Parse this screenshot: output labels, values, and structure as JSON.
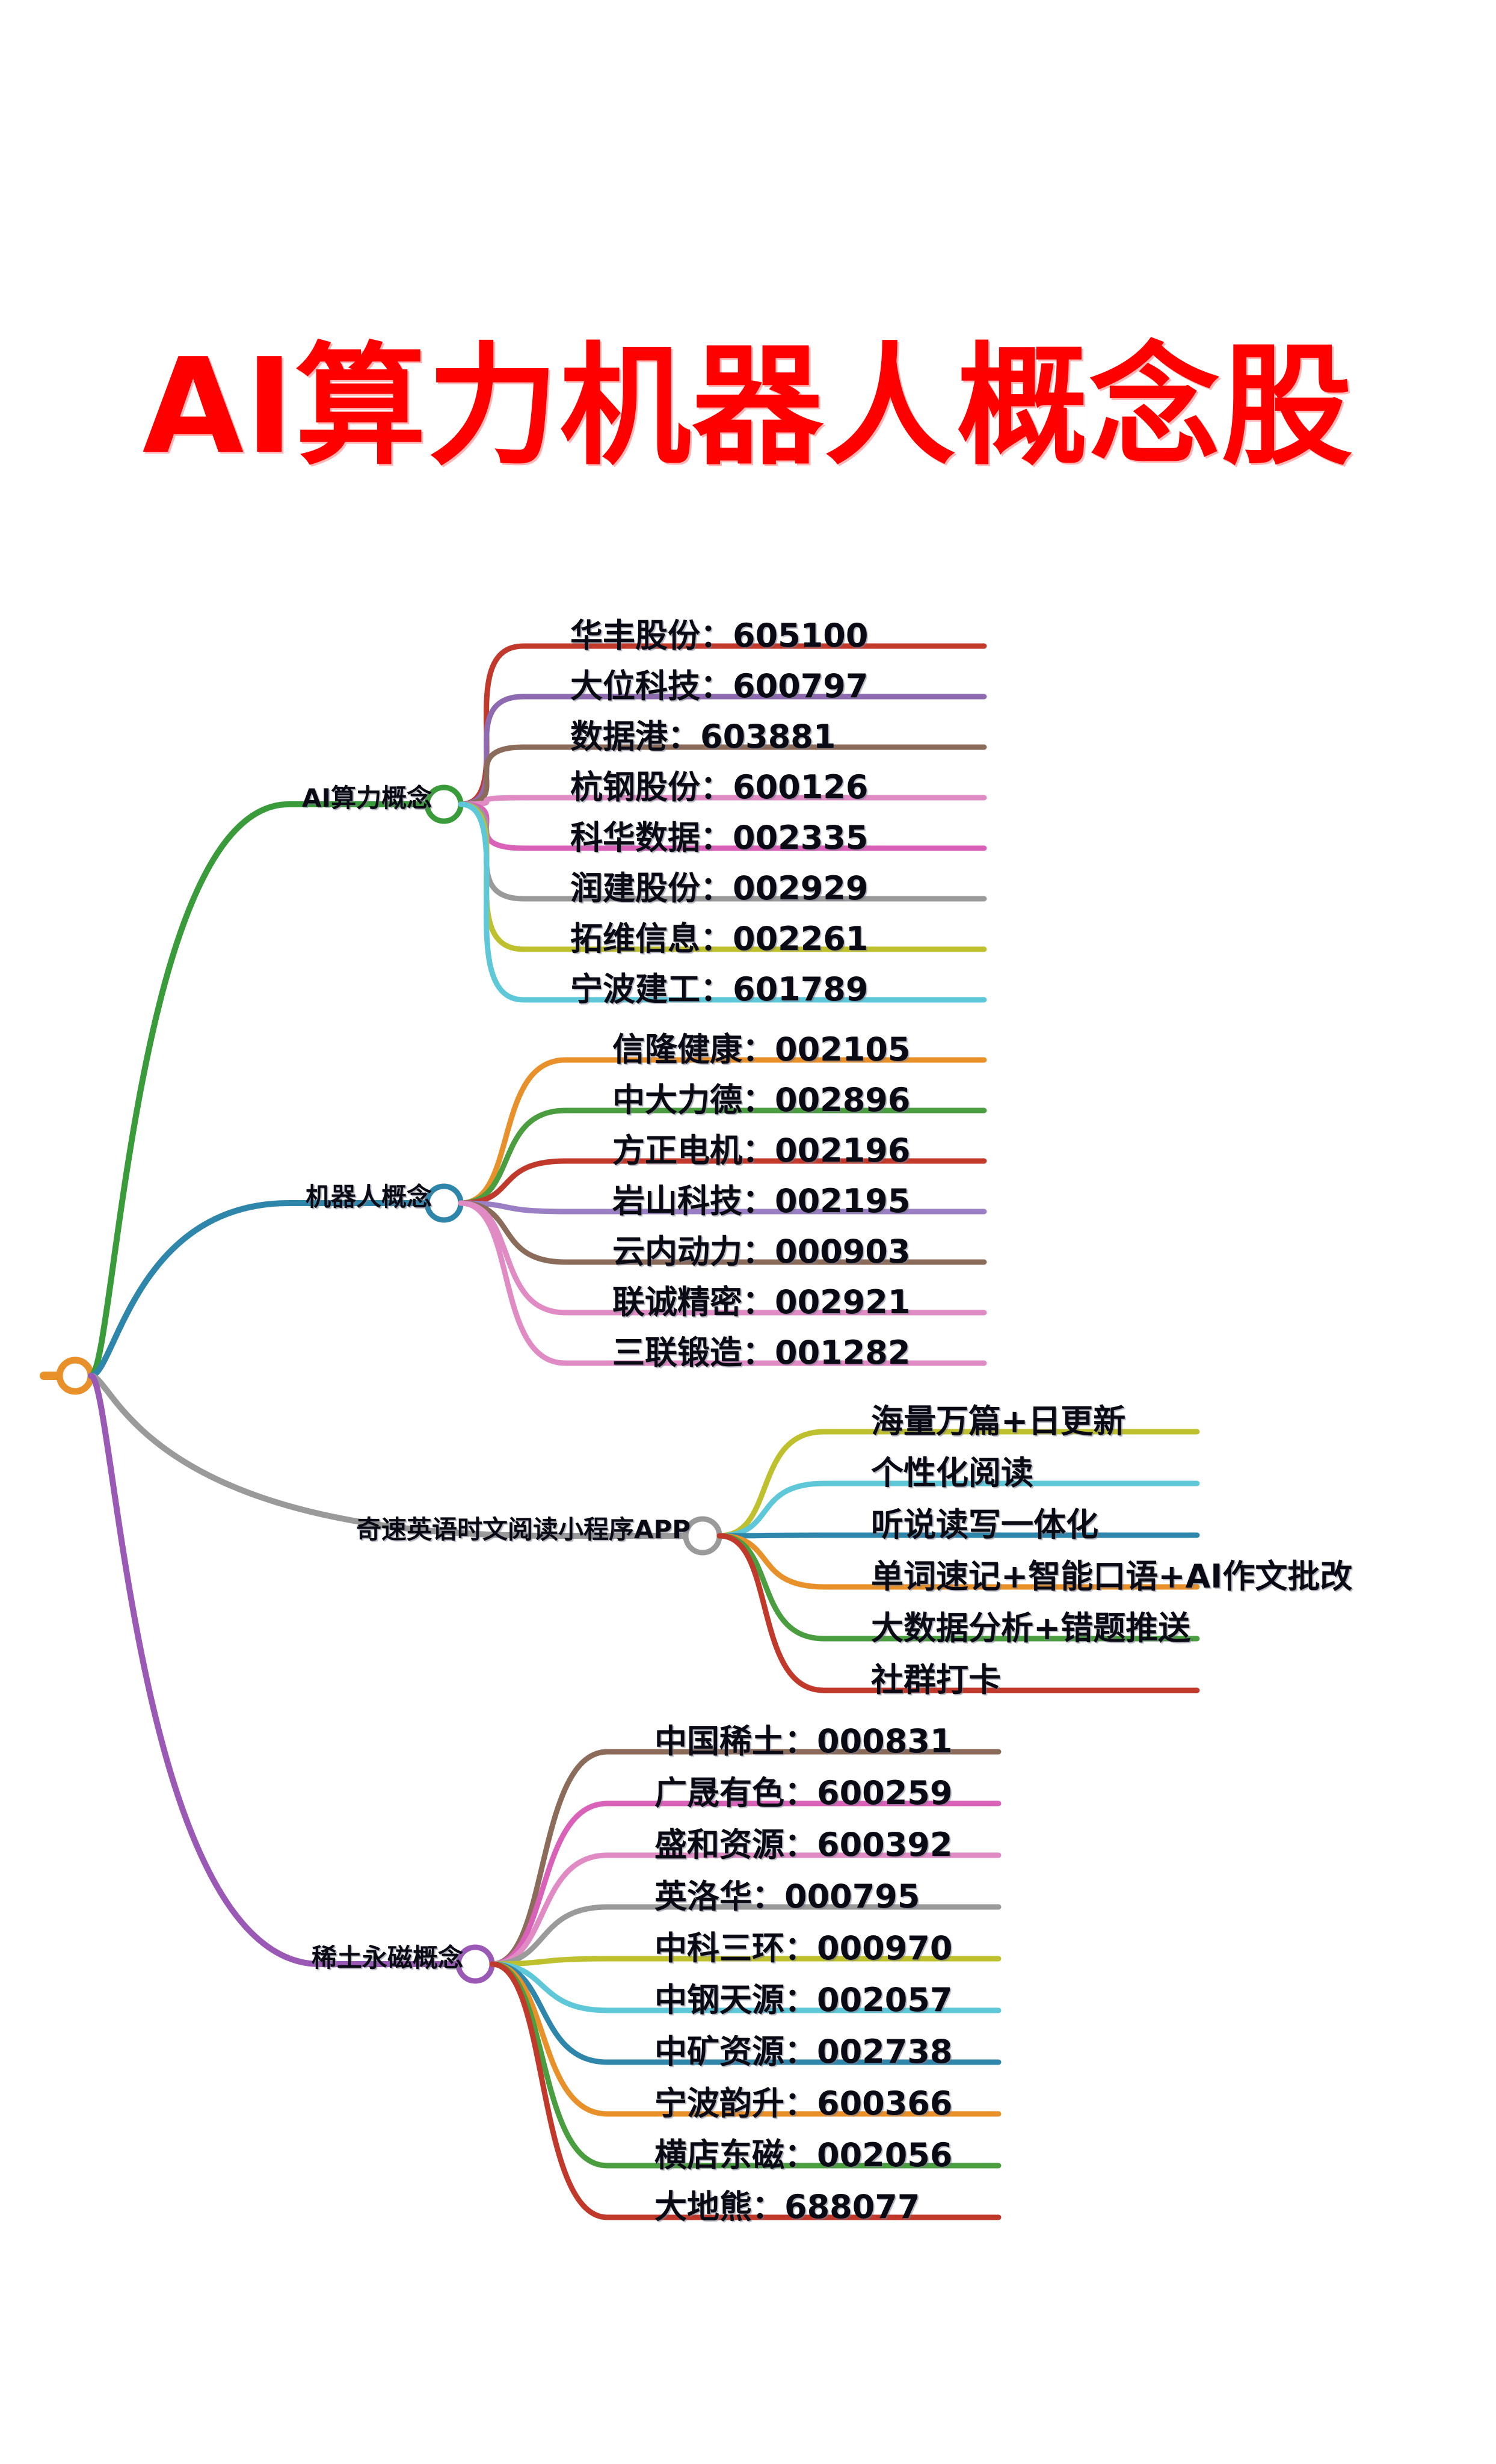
{
  "title": "AI算力机器人概念股",
  "title_color": "#fe0000",
  "background_color": "#ffffff",
  "root": {
    "name": "root-node",
    "color": "#e8912a"
  },
  "branches": [
    {
      "label": "AI算力概念",
      "node_color": "#3a9b3a",
      "link_color": "#3a9b3a",
      "items": [
        {
          "label": "华丰股份：605100",
          "color": "#c0392b"
        },
        {
          "label": "大位科技：600797",
          "color": "#8e6bb0"
        },
        {
          "label": "数据港：603881",
          "color": "#8b6b5a"
        },
        {
          "label": "杭钢股份：600126",
          "color": "#e08bc4"
        },
        {
          "label": "科华数据：002335",
          "color": "#d962b8"
        },
        {
          "label": "润建股份：002929",
          "color": "#9a9a9a"
        },
        {
          "label": "拓维信息：002261",
          "color": "#bfc02e"
        },
        {
          "label": "宁波建工：601789",
          "color": "#5ec8d8"
        }
      ]
    },
    {
      "label": "机器人概念",
      "node_color": "#2e86ab",
      "link_color": "#2e86ab",
      "items": [
        {
          "label": "信隆健康：002105",
          "color": "#e8912a"
        },
        {
          "label": "中大力德：002896",
          "color": "#4a9e3f"
        },
        {
          "label": "方正电机：002196",
          "color": "#c0392b"
        },
        {
          "label": "岩山科技：002195",
          "color": "#9b7fc4"
        },
        {
          "label": "云内动力：000903",
          "color": "#8b6b5a"
        },
        {
          "label": "联诚精密：002921",
          "color": "#e08bc4"
        },
        {
          "label": "三联锻造：001282",
          "color": "#e08bc4"
        }
      ]
    },
    {
      "label": "奇速英语时文阅读小程序APP",
      "node_color": "#9a9a9a",
      "link_color": "#9a9a9a",
      "items": [
        {
          "label": "海量万篇+日更新",
          "color": "#bfc02e"
        },
        {
          "label": "个性化阅读",
          "color": "#5ec8d8"
        },
        {
          "label": "听说读写一体化",
          "color": "#2e86ab"
        },
        {
          "label": "单词速记+智能口语+AI作文批改",
          "color": "#e8912a"
        },
        {
          "label": "大数据分析+错题推送",
          "color": "#4a9e3f"
        },
        {
          "label": "社群打卡",
          "color": "#c0392b"
        }
      ]
    },
    {
      "label": "稀土永磁概念",
      "node_color": "#9b59b6",
      "link_color": "#9b59b6",
      "items": [
        {
          "label": "中国稀土：000831",
          "color": "#8b6b5a"
        },
        {
          "label": "广晟有色：600259",
          "color": "#d962b8"
        },
        {
          "label": "盛和资源：600392",
          "color": "#e08bc4"
        },
        {
          "label": "英洛华：000795",
          "color": "#9a9a9a"
        },
        {
          "label": "中科三环：000970",
          "color": "#bfc02e"
        },
        {
          "label": "中钢天源：002057",
          "color": "#5ec8d8"
        },
        {
          "label": "中矿资源：002738",
          "color": "#2e86ab"
        },
        {
          "label": "宁波韵升：600366",
          "color": "#e8912a"
        },
        {
          "label": "横店东磁：002056",
          "color": "#4a9e3f"
        },
        {
          "label": "大地熊：688077",
          "color": "#c0392b"
        }
      ]
    }
  ]
}
